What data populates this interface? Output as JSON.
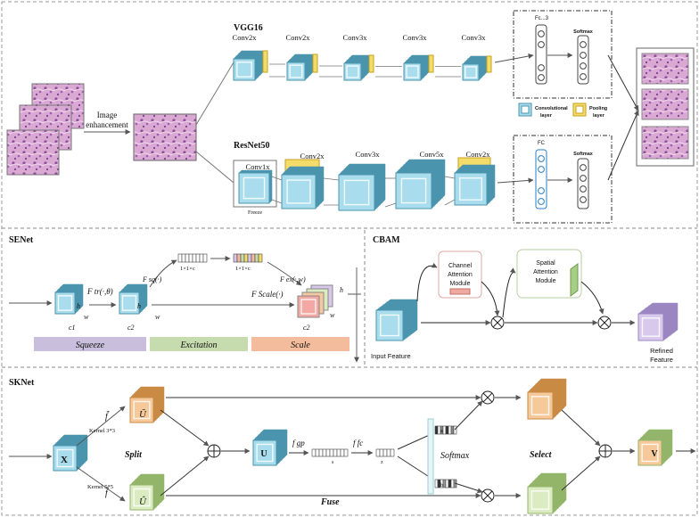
{
  "colors": {
    "conv_face": "#a9dced",
    "conv_edge": "#4a94ad",
    "pool_face": "#f4dc6a",
    "pool_edge": "#c8a21c",
    "squeeze": "#c9bfdc",
    "excitation": "#c7dcae",
    "scale": "#f3bd9d",
    "orange_face": "#f5c99a",
    "orange_edge": "#c98a45",
    "green_face": "#dcecc2",
    "green_edge": "#92b56a",
    "purple_face": "#d8c9ec",
    "purple_edge": "#9b86c2",
    "pink_face": "#f2a8a3",
    "tissue": "#c78fc2"
  },
  "top": {
    "image_enhancement": [
      "Image",
      "enhancement"
    ],
    "vgg16": {
      "title": "VGG16",
      "stages": [
        "Conv2x",
        "Conv2x",
        "Conv3x",
        "Conv3x",
        "Conv3x"
      ],
      "fc_label": "Fc...3",
      "softmax_label": "Softmax"
    },
    "resnet50": {
      "title": "ResNet50",
      "stages": [
        "Conv1x",
        "Conv2x",
        "Conv3x",
        "Conv5x",
        "Conv2x"
      ],
      "freeze": "Freeze",
      "fc_label": "FC",
      "softmax_label": "Softmax"
    },
    "legend": {
      "conv": [
        "Convolutional",
        "layer"
      ],
      "pool": [
        "Pooling",
        "layer"
      ]
    }
  },
  "senet": {
    "title": "SENet",
    "c1": "c1",
    "c2a": "c2",
    "c2b": "c2",
    "h": "h",
    "w": "w",
    "ftr": "F tr(·,θ)",
    "fsq": "F sq(·)",
    "fex": "F ex(·,w)",
    "fscale": "F Scale(·)",
    "vec1": "1×1×c",
    "vec2": "1×1×c",
    "squeeze": "Squeeze",
    "excitation": "Excitation",
    "scale": "Scale"
  },
  "cbam": {
    "title": "CBAM",
    "channel": [
      "Channel",
      "Attention",
      "Module"
    ],
    "spatial": [
      "Spatial",
      "Attention",
      "Module"
    ],
    "input": "Input Feature",
    "refined": [
      "Refined",
      "Feature"
    ]
  },
  "sknet": {
    "title": "SKNet",
    "x": "X",
    "u": "U",
    "u_tilde": "Ũ",
    "u_hat": "Û",
    "v": "V",
    "kernel3": "Kernel 3*3",
    "kernel5": "Kernel 5*5",
    "f_tilde": "f̃",
    "f_hat": "f̂",
    "split": "Split",
    "fuse": "Fuse",
    "select": "Select",
    "softmax": "Softmax",
    "fgp": "f gp",
    "ffc": "f fc",
    "s": "s",
    "z": "z",
    "a": "a",
    "b": "b"
  }
}
